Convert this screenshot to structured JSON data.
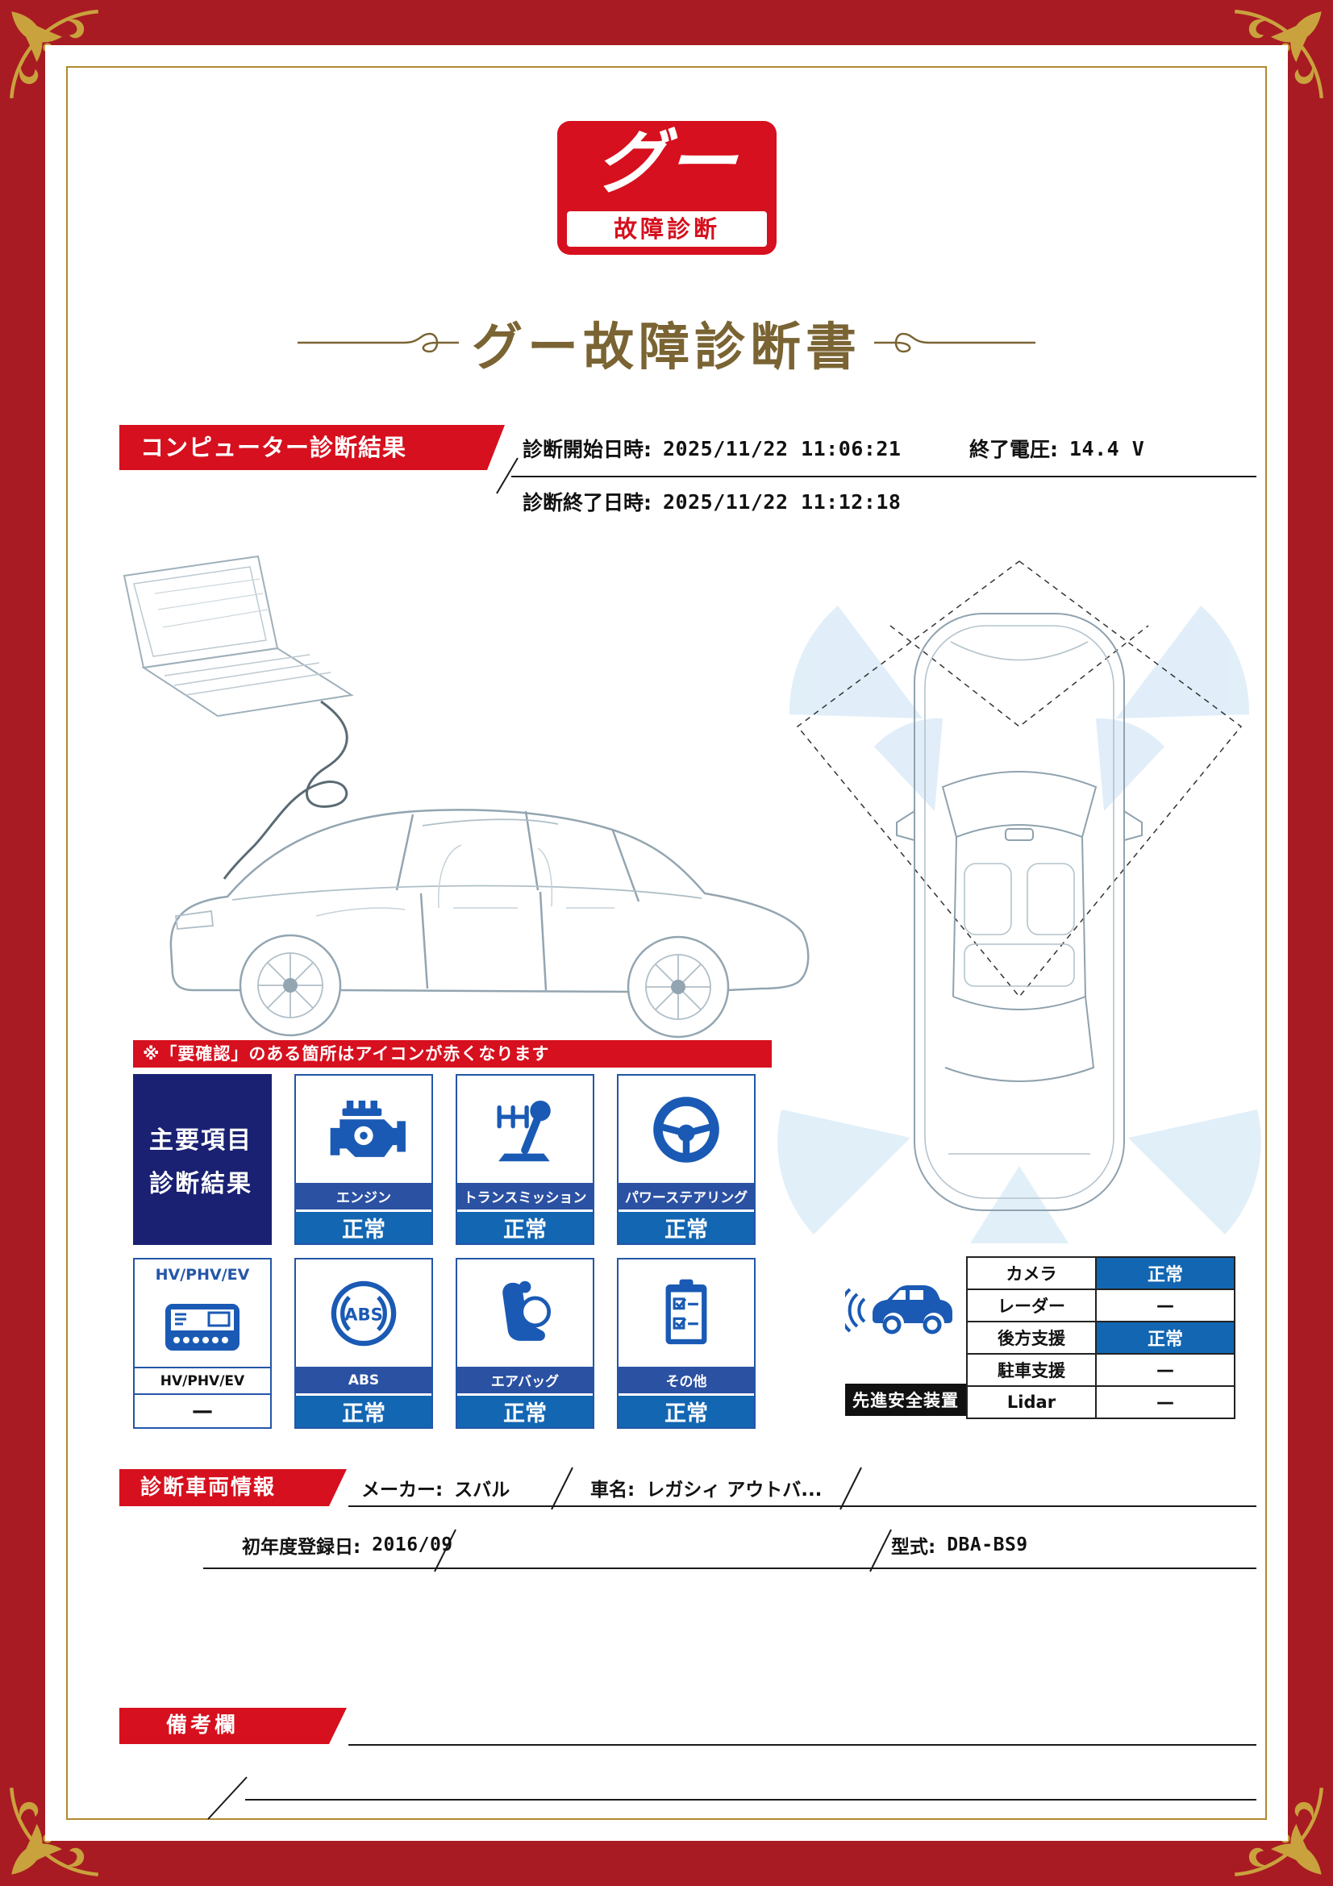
{
  "logo": {
    "brand": "グー",
    "subtitle": "故障診断"
  },
  "title": "グー故障診断書",
  "computer_diagnosis": {
    "section_label": "コンピューター診断結果",
    "start_label": "診断開始日時:",
    "start_value": "2025/11/22 11:06:21",
    "voltage_label": "終了電圧:",
    "voltage_value": "14.4 V",
    "end_label": "診断終了日時:",
    "end_value": "2025/11/22 11:12:18"
  },
  "notice": "※「要確認」のある箇所はアイコンが赤くなります",
  "main_results": {
    "header_line1": "主要項目",
    "header_line2": "診断結果",
    "items": [
      {
        "label": "エンジン",
        "status": "正常",
        "icon": "engine-icon"
      },
      {
        "label": "トランスミッション",
        "status": "正常",
        "icon": "transmission-icon"
      },
      {
        "label": "パワーステアリング",
        "status": "正常",
        "icon": "steering-icon"
      },
      {
        "label": "ABS",
        "status": "正常",
        "icon": "abs-icon"
      },
      {
        "label": "エアバッグ",
        "status": "正常",
        "icon": "airbag-icon"
      },
      {
        "label": "その他",
        "status": "正常",
        "icon": "checklist-icon"
      }
    ],
    "hv": {
      "top_label": "HV/PHV/EV",
      "label": "HV/PHV/EV",
      "status": "—"
    }
  },
  "safety": {
    "caption": "先進安全装置",
    "rows": [
      {
        "label": "カメラ",
        "status": "正常"
      },
      {
        "label": "レーダー",
        "status": "—"
      },
      {
        "label": "後方支援",
        "status": "正常"
      },
      {
        "label": "駐車支援",
        "status": "—"
      },
      {
        "label": "Lidar",
        "status": "—"
      }
    ]
  },
  "vehicle": {
    "section_label": "診断車両情報",
    "maker_label": "メーカー:",
    "maker_value": "スバル",
    "name_label": "車名:",
    "name_value": "レガシィ アウトバ...",
    "reg_label": "初年度登録日:",
    "reg_value": "2016/09",
    "model_label": "型式:",
    "model_value": "DBA-BS9"
  },
  "remarks": {
    "section_label": "備考欄"
  },
  "icons": {
    "abs_text": "ABS"
  },
  "colors": {
    "frame_red": "#a91b22",
    "banner_red": "#d6101e",
    "navy": "#1a2173",
    "label_blue": "#2b51a3",
    "status_blue": "#1266b2",
    "icon_blue": "#1a5ab4",
    "gold": "#b08a2e",
    "title_bronze": "#7a6433"
  }
}
